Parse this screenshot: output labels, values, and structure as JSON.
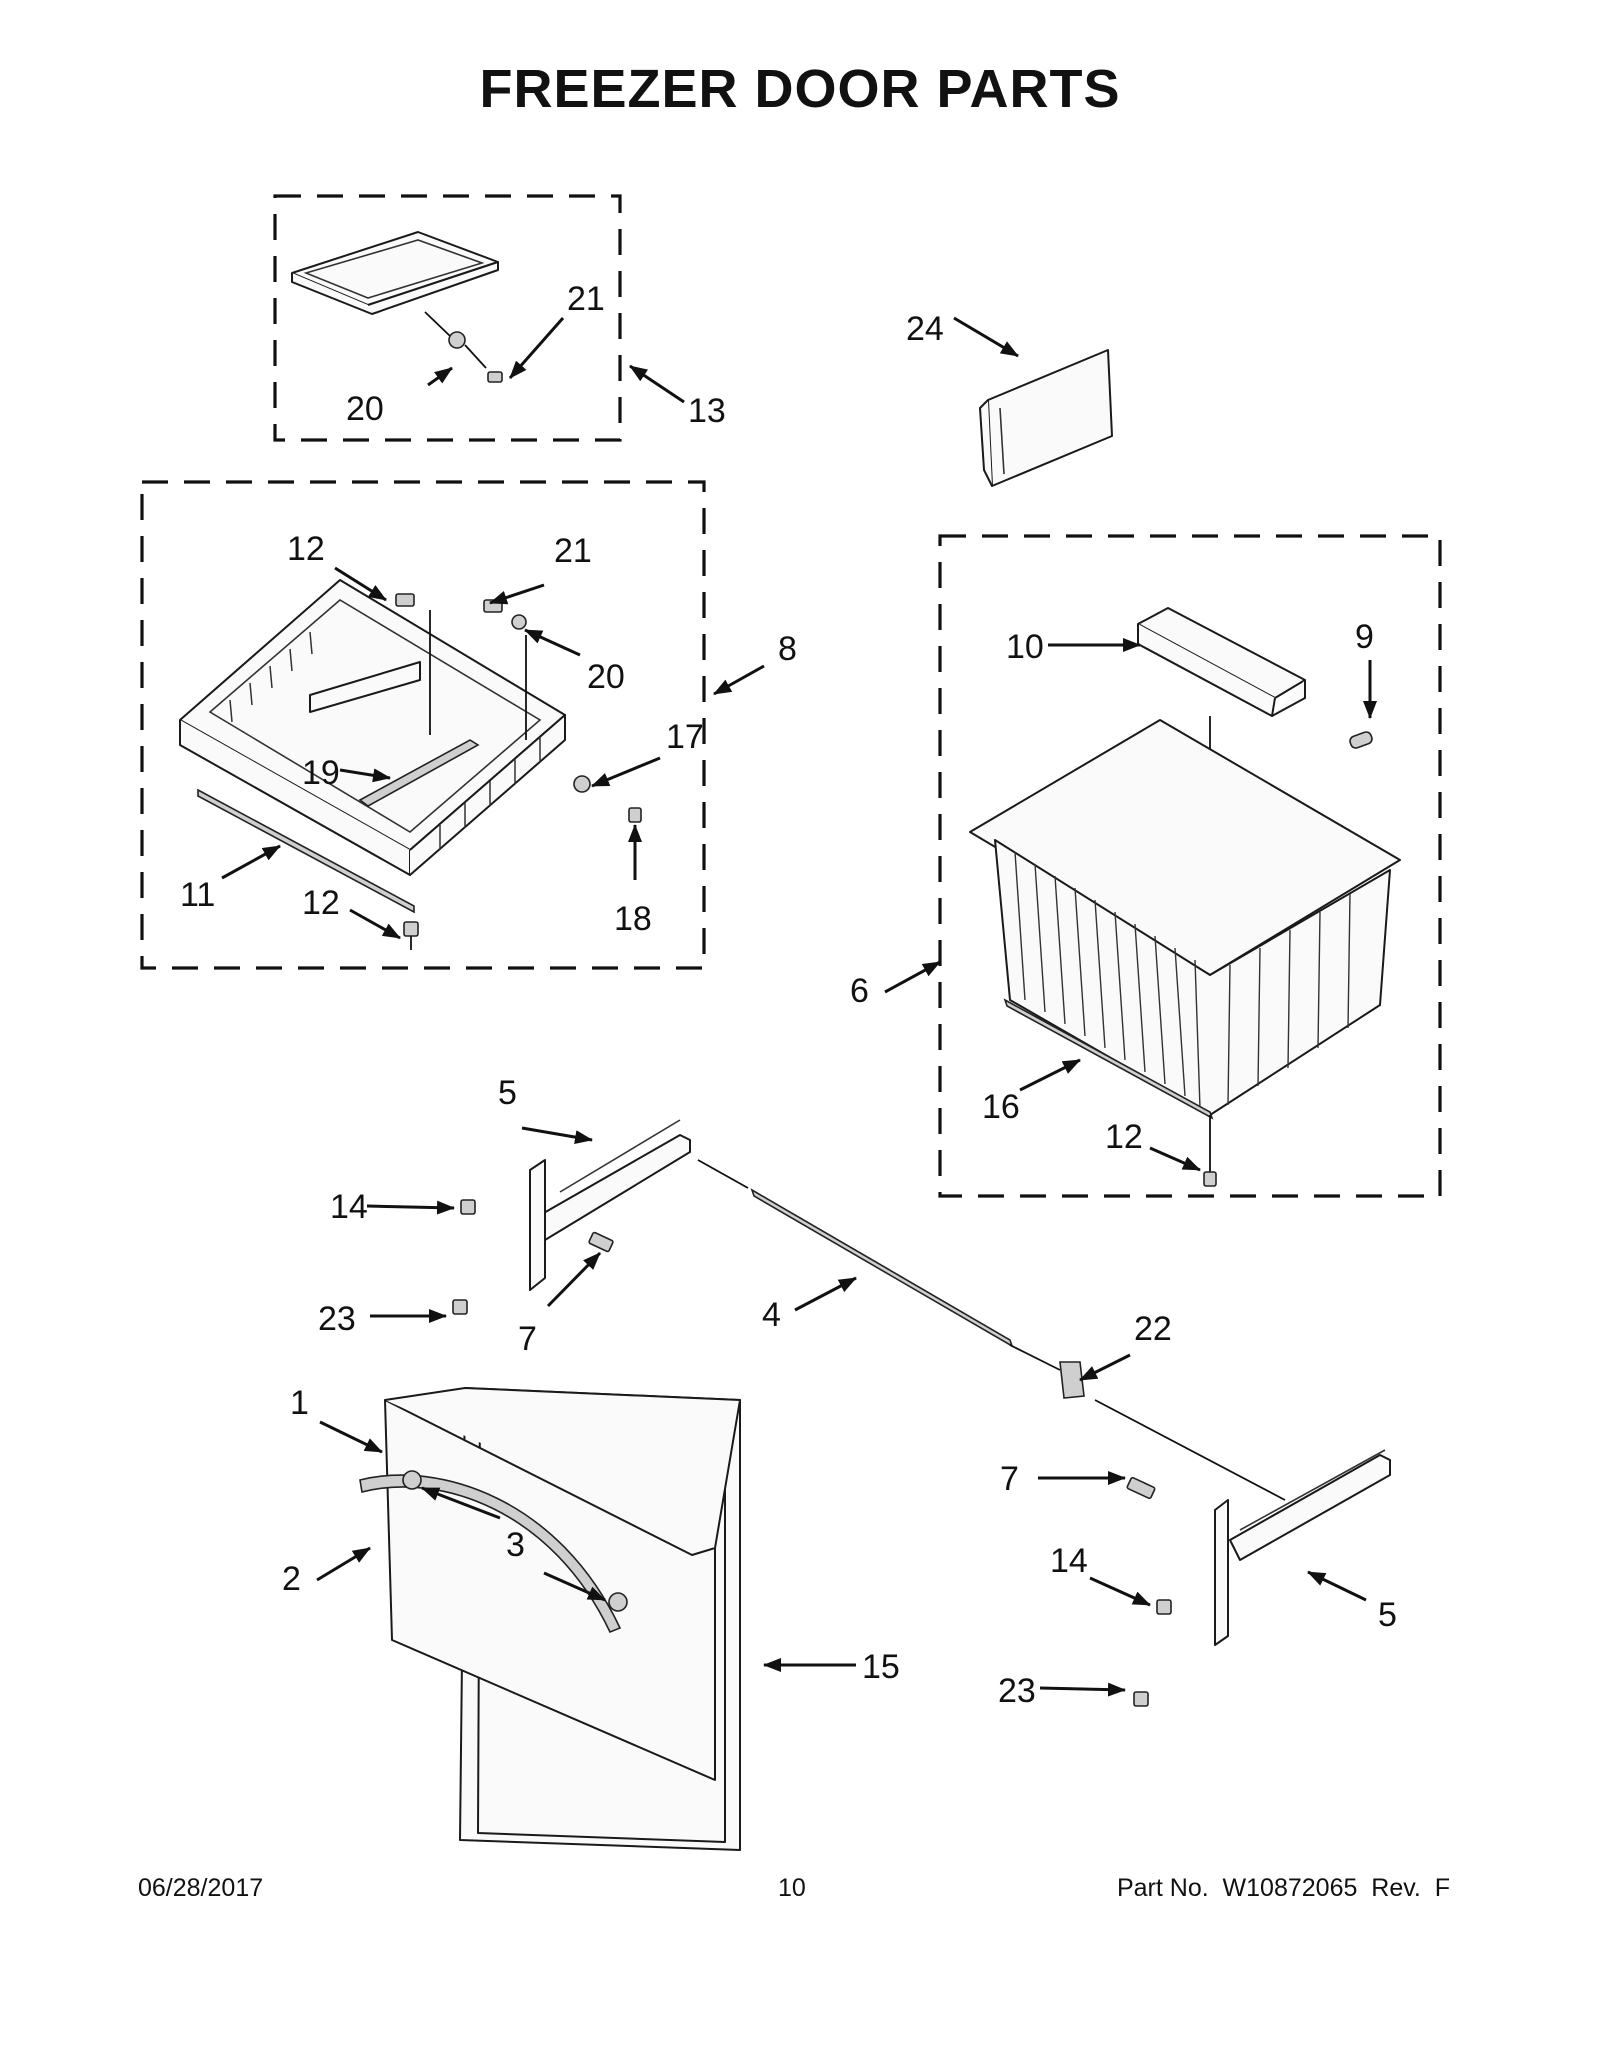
{
  "title": "FREEZER DOOR PARTS",
  "footer": {
    "date": "06/28/2017",
    "page": "10",
    "part_number": "Part No.  W10872065  Rev.  F"
  },
  "callouts": [
    "1",
    "2",
    "3",
    "4",
    "5",
    "5",
    "6",
    "7",
    "7",
    "8",
    "9",
    "10",
    "11",
    "12",
    "12",
    "12",
    "13",
    "14",
    "14",
    "15",
    "16",
    "17",
    "18",
    "19",
    "20",
    "20",
    "21",
    "21",
    "22",
    "23",
    "23",
    "24"
  ]
}
